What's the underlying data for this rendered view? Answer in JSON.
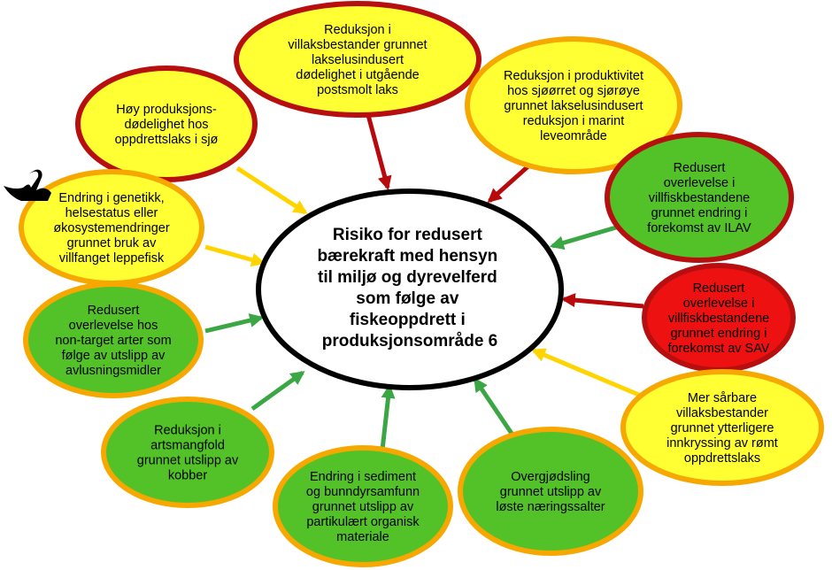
{
  "colors": {
    "yellow_fill": "#ffff33",
    "green_fill": "#53c229",
    "red_fill": "#ee1111",
    "border_red": "#b70f0f",
    "border_orange": "#f6a800",
    "arrow_red": "#b8090c",
    "arrow_yellow": "#ffd400",
    "arrow_green": "#3aa644",
    "center_fill": "#ffffff",
    "center_border": "#000000"
  },
  "center": {
    "lines": [
      "Risiko for redusert",
      "bærekraft med hensyn",
      "til miljø og dyrevelferd",
      "som følge av",
      "fiskeoppdrett i",
      "produksjonsområde 6"
    ]
  },
  "icons": {
    "swan": "black-swan-icon"
  },
  "nodes": [
    {
      "id": "hoy-dodelighet",
      "fill": "yellow",
      "border": "red",
      "arrow": "yellow",
      "lines": [
        "Høy produksjons-",
        "dødelighet hos",
        "oppdrettslaks i sjø"
      ]
    },
    {
      "id": "reduksjon-villaks-lus",
      "fill": "yellow",
      "border": "red",
      "arrow": "red",
      "lines": [
        "Reduksjon i",
        "villaksbestander grunnet",
        "lakselusindusert",
        "dødelighet i utgående",
        "postsmolt laks"
      ]
    },
    {
      "id": "reduksjon-sjoorret",
      "fill": "yellow",
      "border": "orange",
      "arrow": "red",
      "lines": [
        "Reduksjon i produktivitet",
        "hos sjøørret og sjørøye",
        "grunnet lakselusindusert",
        "reduksjon i marint",
        "leveområde"
      ]
    },
    {
      "id": "ilav",
      "fill": "green",
      "border": "red",
      "arrow": "green",
      "lines": [
        "Redusert",
        "overlevelse i",
        "villfiskbestandene",
        "grunnet endring i",
        "forekomst av ILAV"
      ]
    },
    {
      "id": "sav",
      "fill": "red",
      "border": "red",
      "arrow": "red",
      "lines": [
        "Redusert",
        "overlevelse i",
        "villfiskbestandene",
        "grunnet endring i",
        "forekomst av SAV"
      ]
    },
    {
      "id": "romt-oppdrettslaks",
      "fill": "yellow",
      "border": "orange",
      "arrow": "yellow",
      "lines": [
        "Mer sårbare",
        "villaksbestander",
        "grunnet ytterligere",
        "innkryssing av rømt",
        "oppdrettslaks"
      ]
    },
    {
      "id": "overgjodsling",
      "fill": "green",
      "border": "orange",
      "arrow": "green",
      "lines": [
        "Overgjødsling",
        "grunnet utslipp av",
        "løste næringssalter"
      ]
    },
    {
      "id": "sediment",
      "fill": "green",
      "border": "orange",
      "arrow": "green",
      "lines": [
        "Endring i sediment",
        "og bunndyrsamfunn",
        "grunnet utslipp av",
        "partikulært organisk",
        "materiale"
      ]
    },
    {
      "id": "kobber",
      "fill": "green",
      "border": "orange",
      "arrow": "green",
      "lines": [
        "Reduksjon i",
        "artsmangfold",
        "grunnet utslipp av",
        "kobber"
      ]
    },
    {
      "id": "avlusningsmidler",
      "fill": "green",
      "border": "orange",
      "arrow": "green",
      "lines": [
        "Redusert",
        "overlevelse hos",
        "non-target arter som",
        "følge av utslipp av",
        "avlusningsmidler"
      ]
    },
    {
      "id": "leppefisk",
      "fill": "yellow",
      "border": "orange",
      "arrow": "yellow",
      "lines": [
        "Endring i genetikk,",
        "helsestatus  eller",
        "økosystemendringer",
        "grunnet bruk av",
        "villfanget leppefisk"
      ]
    }
  ]
}
